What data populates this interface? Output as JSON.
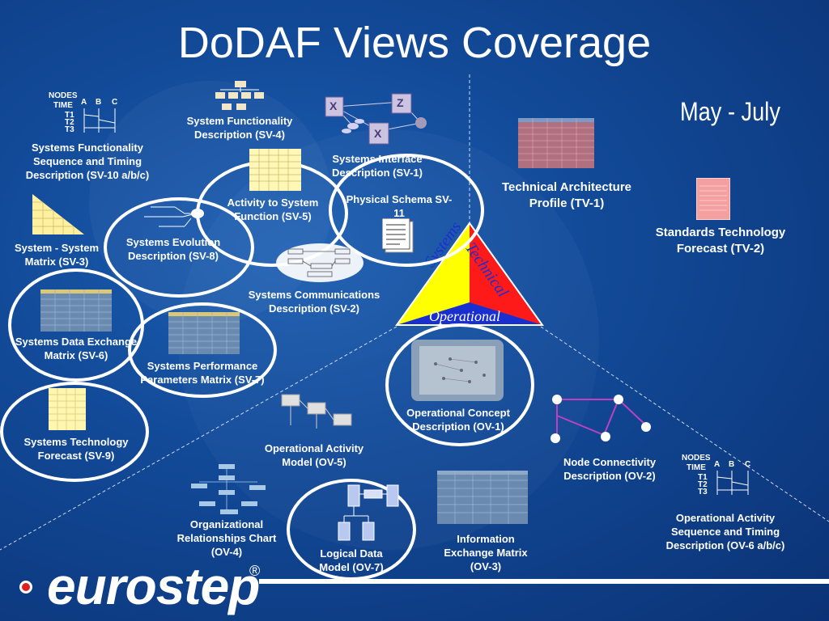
{
  "title": "DoDAF Views Coverage",
  "date_range": "May - July",
  "brand": {
    "name": "eurostep",
    "mark": "®"
  },
  "triangle": {
    "systems": "Systems",
    "technical": "Technical",
    "operational": "Operational"
  },
  "timing_sv": {
    "nodes": "NODES",
    "time": "TIME",
    "cols": [
      "A",
      "B",
      "C"
    ],
    "rows": [
      "T1",
      "T2",
      "T3"
    ]
  },
  "timing_ov": {
    "nodes": "NODES",
    "time": "TIME",
    "cols": [
      "A",
      "B",
      "C"
    ],
    "rows": [
      "T1",
      "T2",
      "T3"
    ]
  },
  "views": {
    "sv10": "Systems Functionality Sequence and Timing Description (SV-10  a/b/c)",
    "sv4": "System Functionality Description (SV-4)",
    "sv1": "Systems Interface Description (SV-1)",
    "tv1": "Technical Architecture Profile (TV-1)",
    "tv2": "Standards Technology Forecast (TV-2)",
    "sv5": "Activity  to System Function (SV-5)",
    "sv11": "Physical Schema SV-11",
    "sv3": "System - System Matrix (SV-3)",
    "sv8": "Systems Evolution Description (SV-8)",
    "sv2": "Systems Communications Description (SV-2)",
    "sv6": "Systems Data Exchange Matrix (SV-6)",
    "sv7": "Systems Performance Parameters Matrix (SV-7)",
    "sv9": "Systems Technology Forecast (SV-9)",
    "ov1": "Operational Concept Description (OV-1)",
    "ov5": "Operational Activity Model (OV-5)",
    "ov2": "Node Connectivity Description (OV-2)",
    "ov6": "Operational Activity Sequence and Timing Description (OV-6 a/b/c)",
    "ov4": "Organizational Relationships Chart (OV-4)",
    "ov7": "Logical Data Model (OV-7)",
    "ov3": "Information Exchange Matrix (OV-3)"
  },
  "colors": {
    "accent_yellow": "#ffff00",
    "accent_red": "#ff1a1a",
    "accent_blue": "#1a2fd0",
    "matrix_blue": "#5f7fa8",
    "matrix_pink": "#e08a8a",
    "forecast_yellow": "#fff6b0"
  }
}
